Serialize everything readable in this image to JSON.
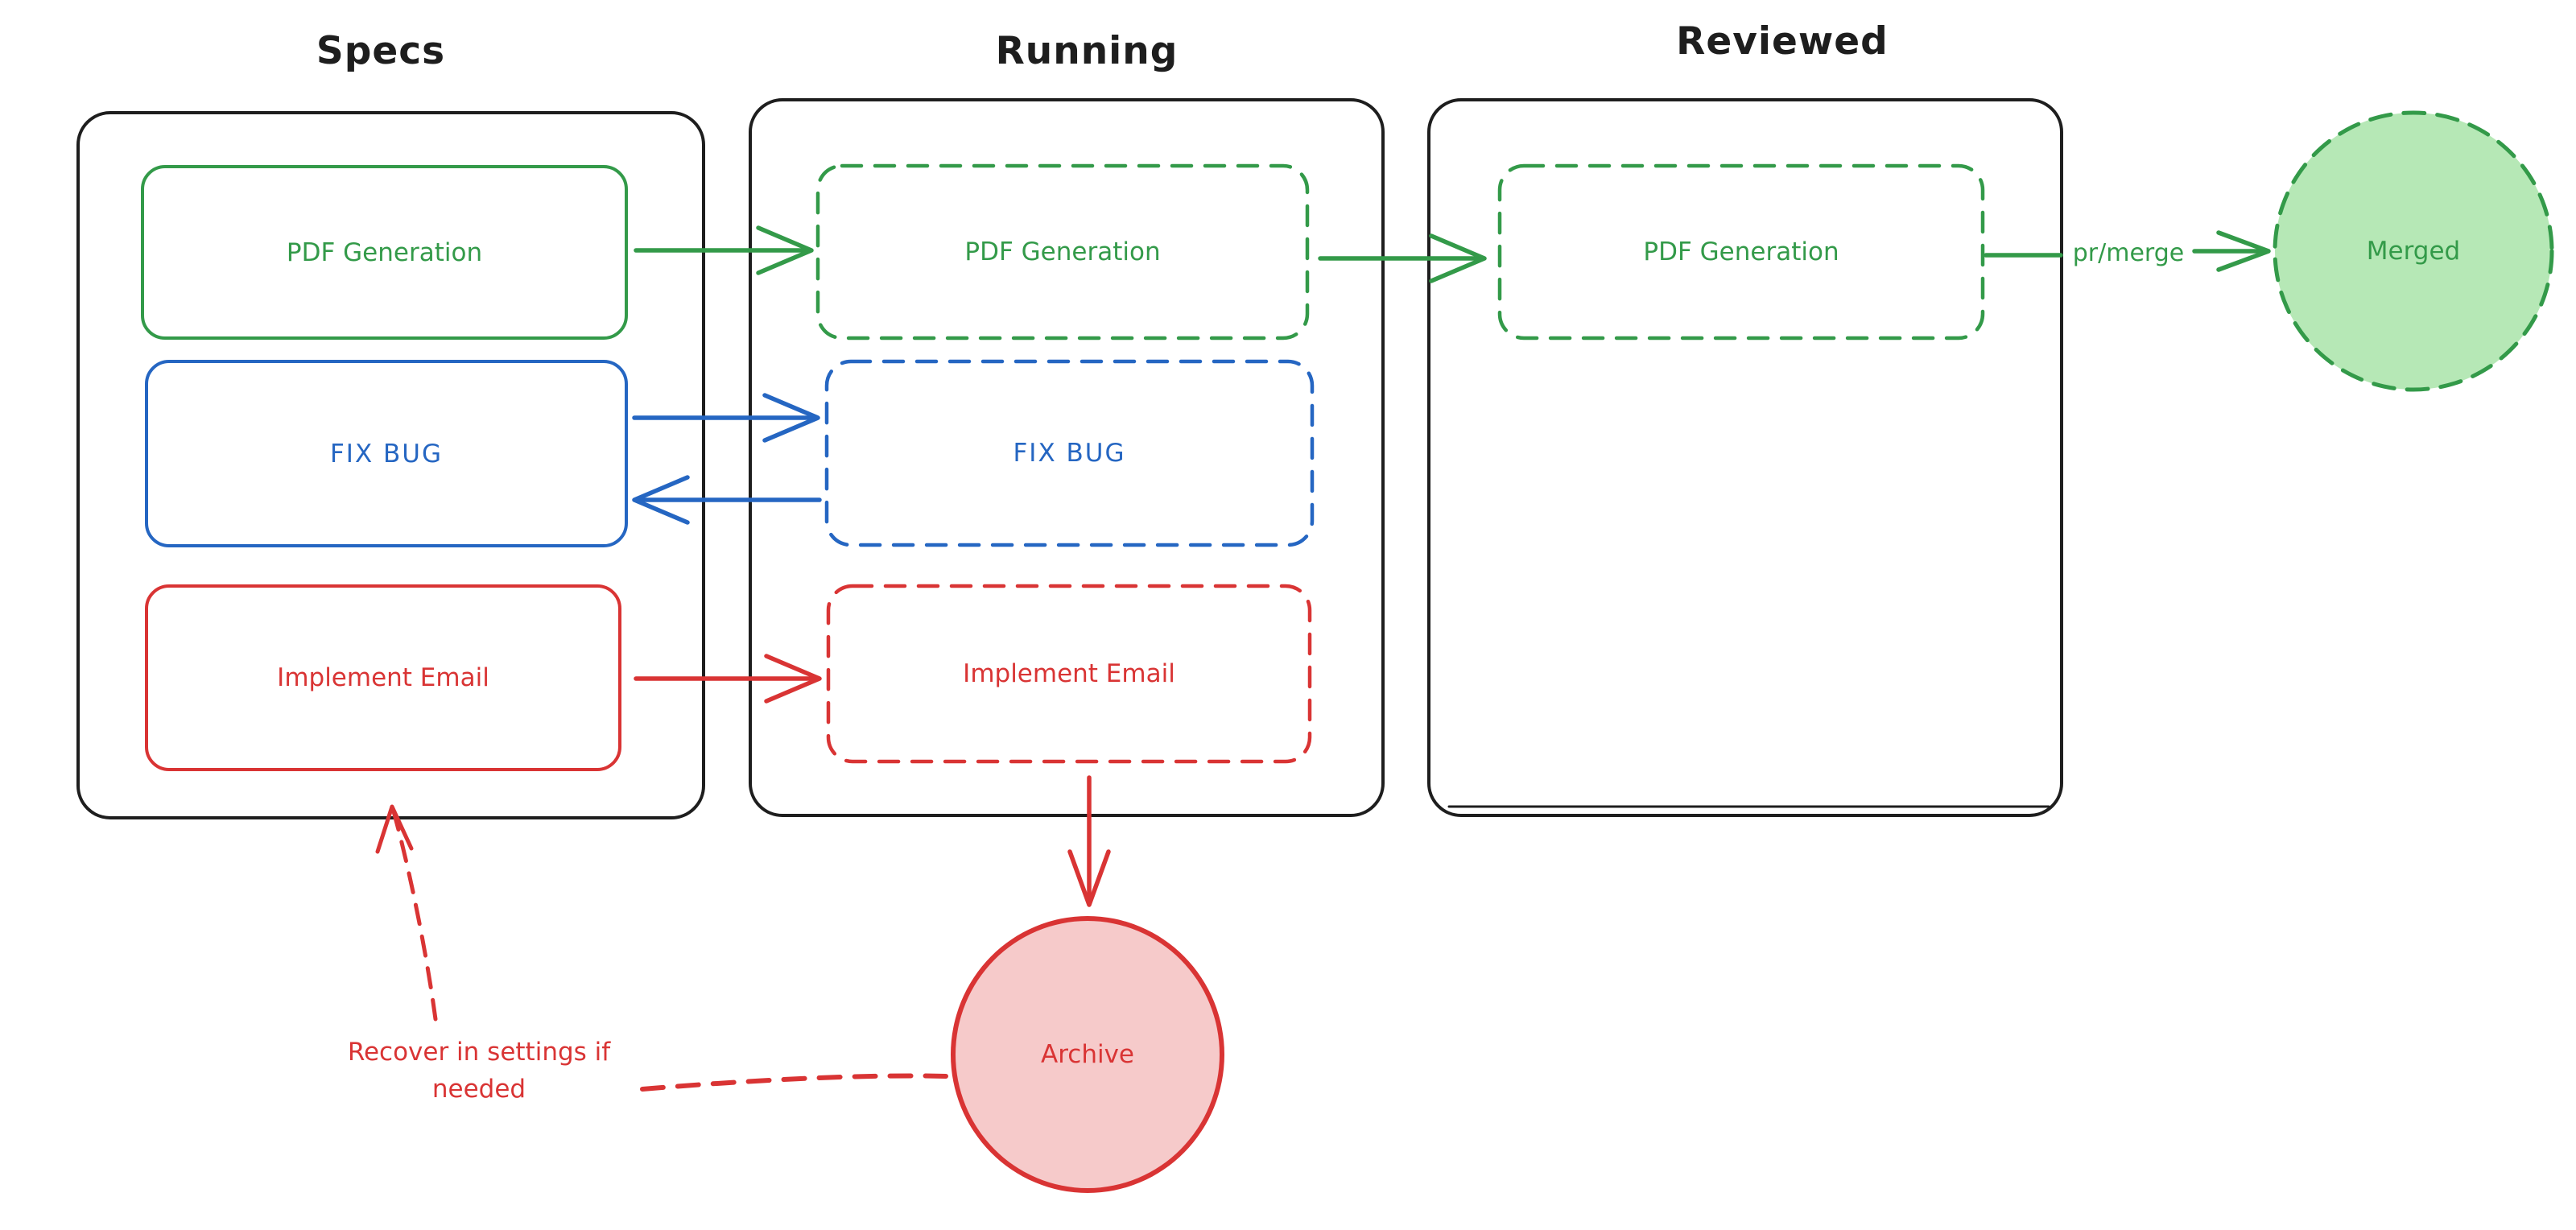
{
  "colors": {
    "ink": "#1e1e1e",
    "green": "#339a49",
    "green-fill": "#b6e8b6",
    "blue": "#2566c2",
    "red": "#d93434",
    "red-fill": "#f6caca",
    "canvas": "#ffffff"
  },
  "columns": [
    {
      "title": "Specs",
      "cards": [
        {
          "label": "PDF Generation",
          "color": "green",
          "border": "solid"
        },
        {
          "label": "FIX BUG",
          "color": "blue",
          "border": "solid"
        },
        {
          "label": "Implement Email",
          "color": "red",
          "border": "solid"
        }
      ]
    },
    {
      "title": "Running",
      "cards": [
        {
          "label": "PDF Generation",
          "color": "green",
          "border": "dashed"
        },
        {
          "label": "FIX BUG",
          "color": "blue",
          "border": "dashed"
        },
        {
          "label": "Implement Email",
          "color": "red",
          "border": "dashed"
        }
      ]
    },
    {
      "title": "Reviewed",
      "cards": [
        {
          "label": "PDF Generation",
          "color": "green",
          "border": "dashed"
        }
      ]
    }
  ],
  "terminals": {
    "merged": {
      "label": "Merged",
      "shape": "circle",
      "color": "green",
      "fill": "light-green",
      "border": "dashed"
    },
    "archive": {
      "label": "Archive",
      "shape": "circle",
      "color": "red",
      "fill": "light-red",
      "border": "solid"
    }
  },
  "annotations": {
    "pr_merge": "pr/merge",
    "recover_line1": "Recover in settings if",
    "recover_line2": "needed"
  }
}
